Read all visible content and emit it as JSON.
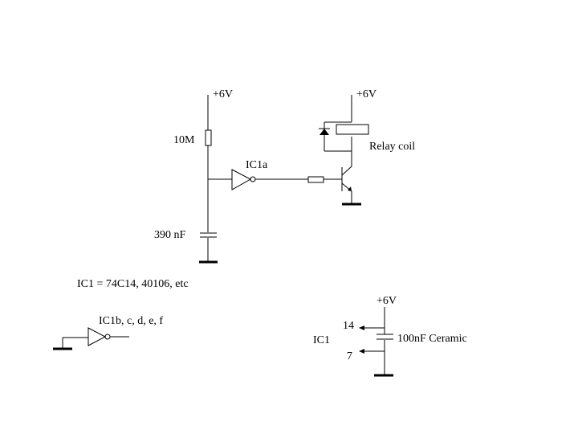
{
  "supply_labels": {
    "supply_1": "+6V",
    "supply_2": "+6V",
    "supply_3": "+6V"
  },
  "components": {
    "resistor_label": "10M",
    "capacitor_label": "390 nF",
    "inverter_a_label": "IC1a",
    "relay_label": "Relay coil",
    "inverter_spare_label": "IC1b, c, d, e, f",
    "decoupling_cap_label": "100nF Ceramic"
  },
  "notes": {
    "ic_note": "IC1 = 74C14, 40106, etc"
  },
  "power_pins": {
    "ic_label": "IC1",
    "vcc_pin": "14",
    "gnd_pin": "7"
  }
}
